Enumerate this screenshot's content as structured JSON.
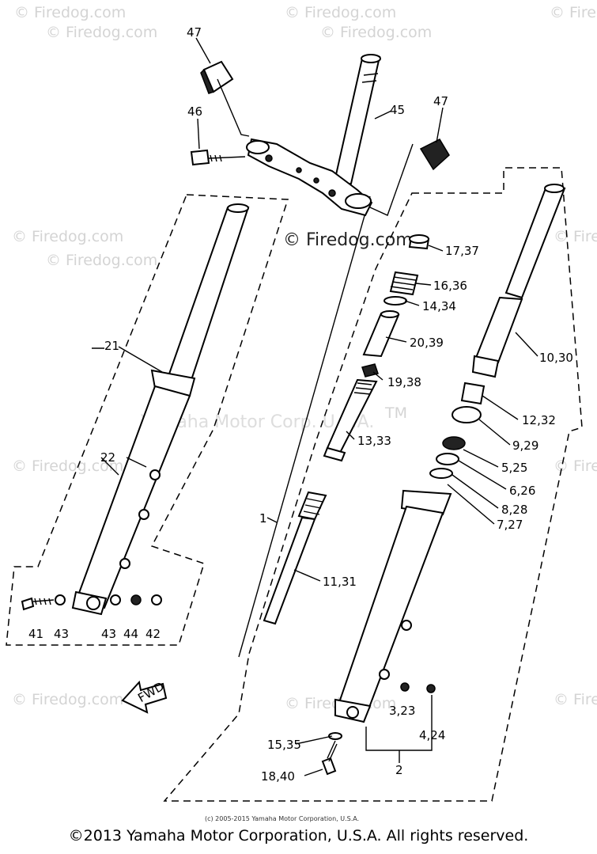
{
  "watermarks": {
    "firedog": "© Firedog.com",
    "center": "Yamaha Motor Corp. U.S.A.",
    "tm": "TM"
  },
  "small_copyright": "(c) 2005-2015 Yamaha Motor Corporation, U.S.A.",
  "copyright": "©2013 Yamaha Motor Corporation, U.S.A. All rights reserved.",
  "arrow_text": "FWD",
  "labels": {
    "p47a": "47",
    "p47b": "47",
    "p46": "46",
    "p45": "45",
    "p21": "21",
    "p22": "22",
    "p41": "41",
    "p43a": "43",
    "p43b": "43",
    "p44": "44",
    "p42": "42",
    "p17": "17,37",
    "p16": "16,36",
    "p14": "14,34",
    "p20": "20,39",
    "p19": "19,38",
    "p13": "13,33",
    "p10": "10,30",
    "p12": "12,32",
    "p9": "9,29",
    "p5": "5,25",
    "p6": "6,26",
    "p8": "8,28",
    "p7": "7,27",
    "p1": "1",
    "p11": "11,31",
    "p3": "3,23",
    "p4": "4,24",
    "p15": "15,35",
    "p2": "2",
    "p18": "18,40"
  }
}
